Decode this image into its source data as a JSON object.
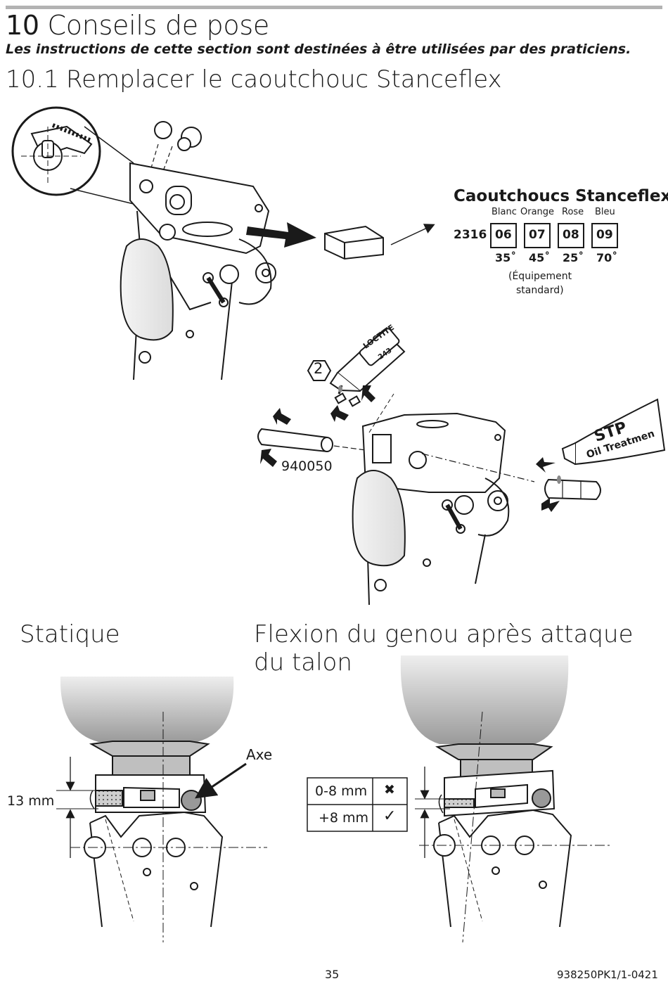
{
  "header": {
    "chapter_number": "10",
    "chapter_title": "Conseils de pose",
    "note": "Les instructions de cette section sont destinées à être utilisées par des praticiens.",
    "section_number": "10.1",
    "section_title": "Remplacer le caoutchouc Stanceflex"
  },
  "stanceflex": {
    "title": "Caoutchoucs Stanceflex",
    "part_prefix": "2316",
    "options": [
      {
        "color": "Blanc",
        "code": "06",
        "hardness": "35˚"
      },
      {
        "color": "Orange",
        "code": "07",
        "hardness": "45˚"
      },
      {
        "color": "Rose",
        "code": "08",
        "hardness": "25˚"
      },
      {
        "color": "Bleu",
        "code": "09",
        "hardness": "70˚"
      }
    ],
    "standard_note_line1": "(Équipement",
    "standard_note_line2": "standard)"
  },
  "assembly": {
    "step_number": "2",
    "loctite_label": "LOCTITE",
    "loctite_code": "243",
    "pin_part_number": "940050",
    "stp_label": "STP",
    "stp_sub_label": "Oil Treatmen"
  },
  "adjust": {
    "static_title": "Statique",
    "flexion_title": "Flexion du genou après attaque du talon",
    "gap_label": "13 mm",
    "axis_label": "Axe",
    "table": [
      {
        "range": "0-8 mm",
        "symbol": "✖"
      },
      {
        "range": "+8 mm",
        "symbol": "✓"
      }
    ]
  },
  "footer": {
    "page_number": "35",
    "document_code": "938250PK1/1-0421"
  }
}
